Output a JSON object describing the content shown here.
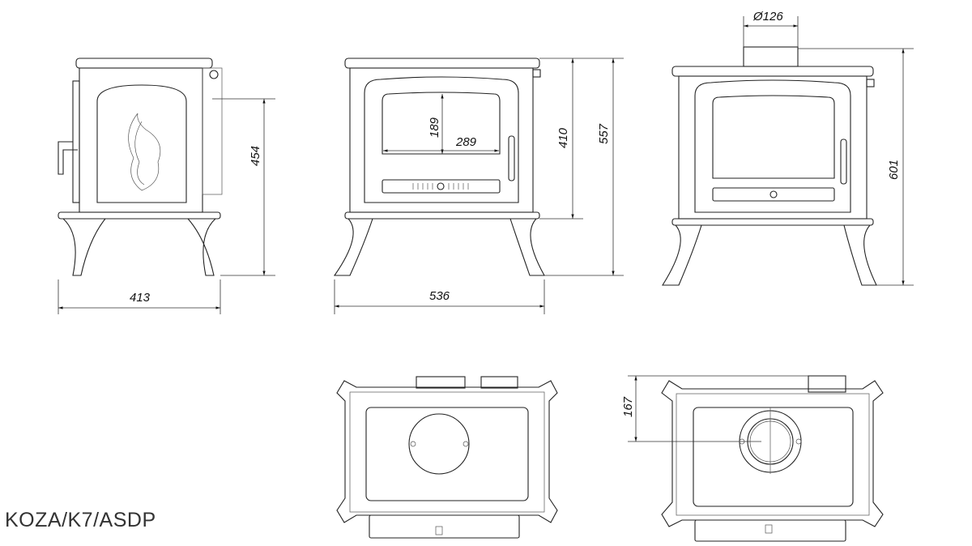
{
  "drawing": {
    "model_code": "KOZA/K7/ASDP",
    "dimensions": {
      "side_depth": "413",
      "side_flue_height": "454",
      "front_width": "536",
      "glass_height": "189",
      "glass_width": "289",
      "body_height": "410",
      "total_height": "557",
      "flue_diameter": "Ø126",
      "top_outlet_height": "601",
      "flue_offset": "167"
    }
  }
}
